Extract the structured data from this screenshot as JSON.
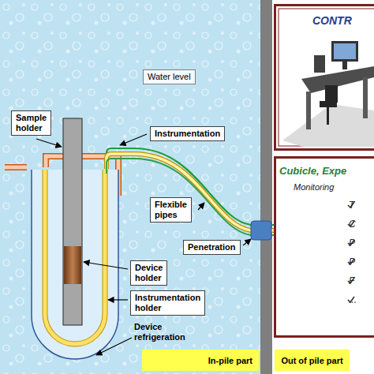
{
  "diagram": {
    "nodes": [
      {
        "text": [
          "CONTR"
        ]
      },
      {
        "text": [
          "Water level"
        ]
      },
      {
        "text": [
          "Sample holder"
        ]
      },
      {
        "text": [
          "Instrumentation"
        ]
      },
      {
        "text": [
          "Cubicle, Expe",
          "Monitoring",
          "T",
          "C",
          "P",
          "P",
          "F",
          "..."
        ]
      },
      {
        "text": [
          "Flexible pipes"
        ]
      },
      {
        "text": [
          "Penetration"
        ]
      },
      {
        "text": [
          "Device holder"
        ]
      },
      {
        "text": [
          "Instrumentation holder"
        ]
      },
      {
        "text": [
          "In-pile part"
        ]
      },
      {
        "text": [
          "Out of pile part"
        ]
      }
    ],
    "labels": [
      "Device refrigeration"
    ]
  }
}
